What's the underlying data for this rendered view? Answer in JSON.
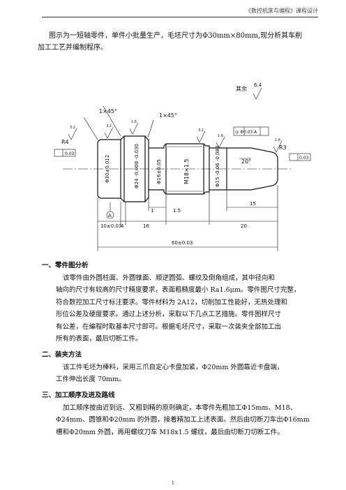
{
  "header": {
    "title": "《数控机床与编程》课程设计"
  },
  "intro": {
    "line1": "图示为一短轴零件，单件小批量生产，毛坯尺寸为Φ30mm×80mm,现分析其车削",
    "line2": "加工工艺并编制程序。"
  },
  "drawing": {
    "roughness_rest": "其余",
    "roughness_rest_value": "6.4",
    "chamfer_left": "1×45°",
    "chamfer_mid": "1×45°",
    "radius_left": "R4",
    "radius_right": "R3",
    "ra_values": [
      "3.2",
      "3.2",
      "1.6",
      "3.2",
      "1.6",
      "1.6"
    ],
    "round_tol_left": "0.03",
    "round_tol_right": "0.03",
    "coax_tol": "◎ Φ0.03 A",
    "datum": "A",
    "dia_30": "Φ30±0.012",
    "dia_24": "Φ24 -0.008 -0.030",
    "dia_16": "Φ16±0.05",
    "thread": "M18×1.5",
    "dia_15": "Φ15 -0.06 -0.088",
    "angle": "20°",
    "dim_10": "10±0.03",
    "dim_4": "4",
    "dim_16": "16",
    "dim_20": "20",
    "dim_1": "1",
    "dim_15a": "1.5",
    "dim_15": "15",
    "dim_60": "60±0.03"
  },
  "sections": [
    {
      "title": "一、零件图分析",
      "lines": [
        "该零件由外圆柱面、外圆锥面、顺逆圆弧、螺纹及倒角组成，其中径向和",
        "轴向的尺寸有较高的尺寸精度要求，表面粗糙度最小 Ra1.6μm。零件图尺寸完整，",
        "符合数控加工尺寸标注要求。零件材料为 2A12，切削加工性能好，无热处理和",
        "形位公差及硬度要求。通过上述分析，采取以下几点工艺措施。零件图样尺寸",
        "有公差，在编程时取基本尺寸即可。根据毛坯尺寸，采取一次装夹全部加工出",
        "所有的表面，最后切断工件。"
      ]
    },
    {
      "title": "二、装夹方法",
      "lines": [
        "该工件毛坯为棒料，采用三爪自定心卡盘加紧，Φ20mm 外圆靠近卡盘端，",
        "工件伸出长度 70mm。"
      ]
    },
    {
      "title": "三、加工顺序及进及路线",
      "lines": [
        "加工顺序按由近到远、又粗到精的原则确定，本零件先粗加工Φ15mm、M18、",
        "Φ24mm、圆锥和Φ20mm 的外圆，接着精加工上述表面。然后由切断刀车出Φ16mm",
        "槽和Φ20mm 外圆，再用螺纹刀车 M18x1.5 螺纹，最后由切断刀切断工件。"
      ]
    }
  ],
  "footer": {
    "page": "1"
  }
}
